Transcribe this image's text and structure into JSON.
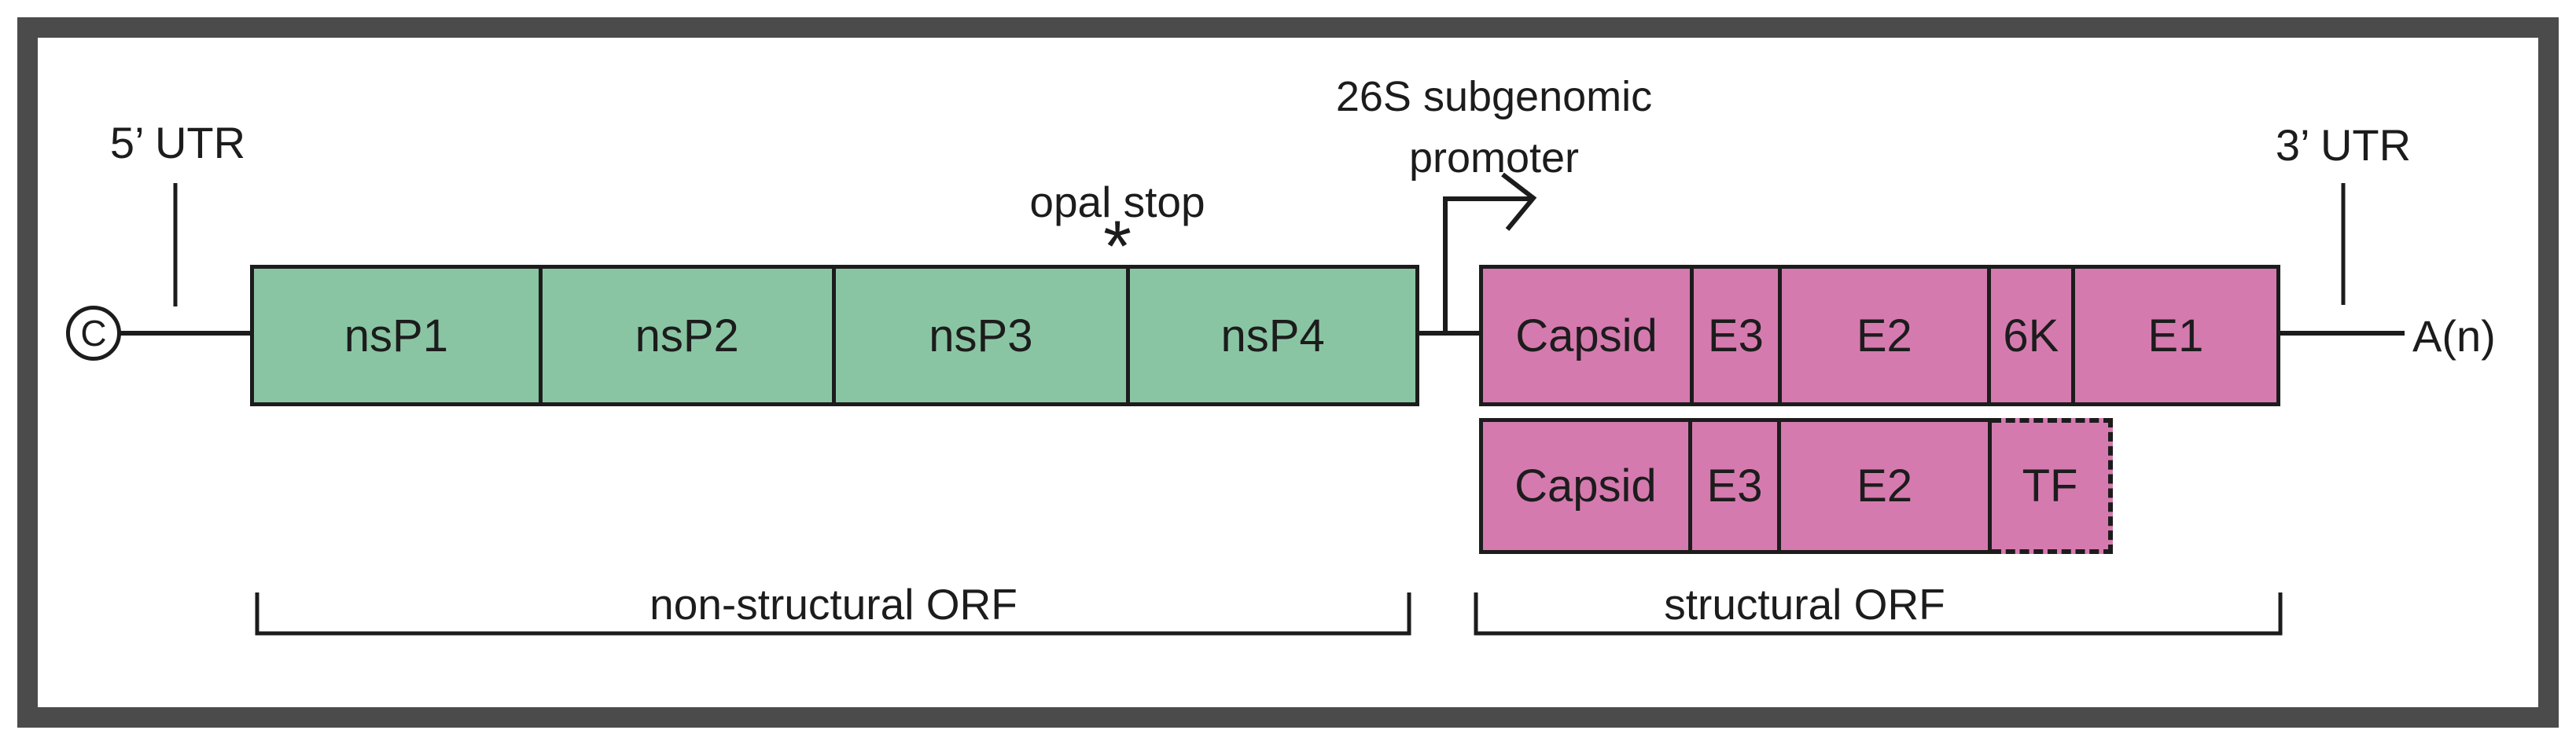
{
  "figure": {
    "type": "alphavirus genome organization diagram"
  },
  "labels": {
    "five_utr": "5’ UTR",
    "three_utr": "3’ UTR",
    "cap": "C",
    "opal_stop": "opal stop",
    "opal_marker": "*",
    "promoter_line1": "26S subgenomic",
    "promoter_line2": "promoter",
    "poly_a": "A(n)",
    "nonstructural_orf": "non-structural ORF",
    "structural_orf": "structural ORF"
  },
  "genome_row": [
    {
      "label": "nsP1",
      "type": "non-structural"
    },
    {
      "label": "nsP2",
      "type": "non-structural"
    },
    {
      "label": "nsP3",
      "type": "non-structural"
    },
    {
      "label": "nsP4",
      "type": "non-structural"
    },
    {
      "label": "Capsid",
      "type": "structural"
    },
    {
      "label": "E3",
      "type": "structural"
    },
    {
      "label": "E2",
      "type": "structural"
    },
    {
      "label": "6K",
      "type": "structural"
    },
    {
      "label": "E1",
      "type": "structural"
    }
  ],
  "second_orf_row": [
    {
      "label": "Capsid",
      "type": "structural"
    },
    {
      "label": "E3",
      "type": "structural"
    },
    {
      "label": "E2",
      "type": "structural"
    },
    {
      "label": "TF",
      "type": "structural",
      "dashed": true
    }
  ],
  "colors": {
    "background": "#ffffff",
    "frame": "#4b4b4b",
    "line": "#1c1c1c",
    "text": "#1c1c1c",
    "non_structural_fill": "#8ac5a3",
    "structural_fill": "#d57aaf"
  }
}
